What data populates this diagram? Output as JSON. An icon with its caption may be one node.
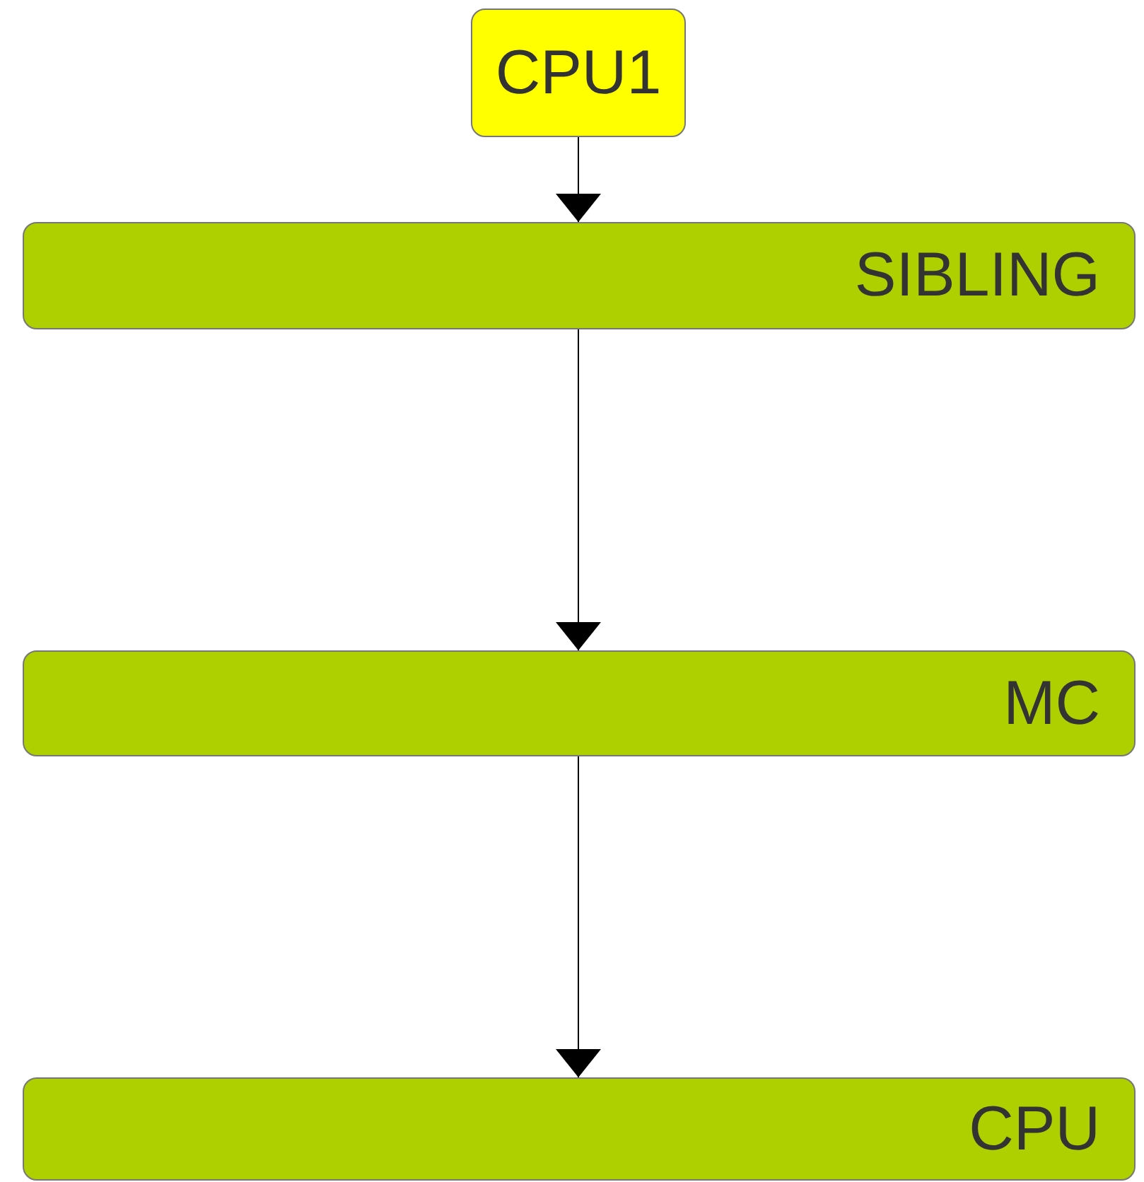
{
  "diagram": {
    "nodes": [
      {
        "text": [
          "CPU1"
        ]
      },
      {
        "text": [
          "SIBLING"
        ]
      },
      {
        "text": [
          "MC"
        ]
      },
      {
        "text": [
          "CPU"
        ]
      }
    ],
    "edges": [
      {
        "from": 0,
        "to": 1,
        "arrow": "to"
      },
      {
        "from": 1,
        "to": 2,
        "arrow": "to"
      },
      {
        "from": 2,
        "to": 3,
        "arrow": "to"
      }
    ]
  }
}
